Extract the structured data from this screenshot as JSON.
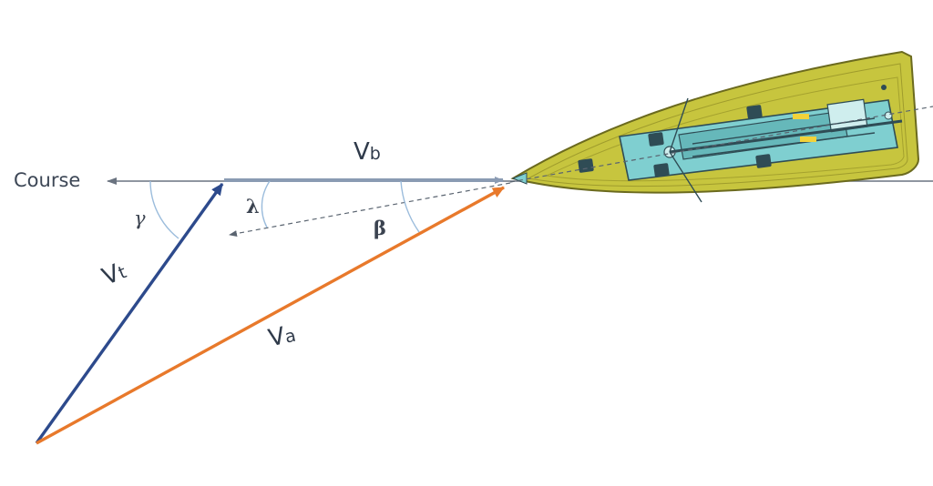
{
  "labels": {
    "course": "Course",
    "vb_main": "V",
    "vb_sub": "b",
    "vt_main": "V",
    "vt_sub": "t",
    "va_main": "V",
    "va_sub": "a",
    "gamma": "γ",
    "lambda": "λ",
    "beta": "β"
  },
  "colors": {
    "course_line": "#6a7380",
    "vb_vector": "#8a9bb3",
    "vt_vector": "#2d4a8c",
    "va_vector": "#e8792b",
    "dashed": "#5a6470",
    "arc": "#9bbcdc",
    "hull": "#c7c53e",
    "hull_stroke": "#6b6a1e",
    "deck": "#7fcfd0",
    "deck_dark": "#2f4c55"
  },
  "icons": {
    "boat": "sailboat-top-view-icon"
  }
}
